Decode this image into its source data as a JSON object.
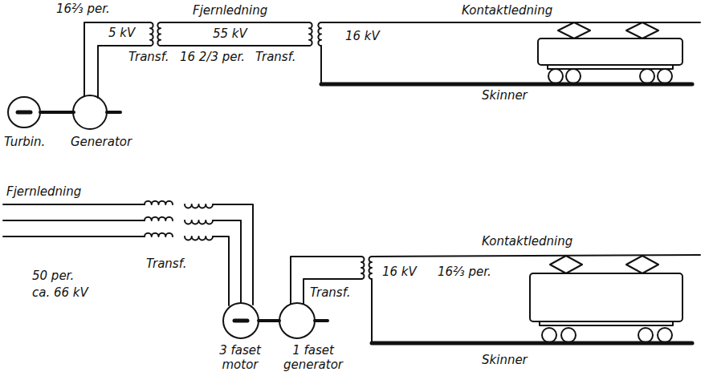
{
  "diagram": {
    "labels": [
      "16⅔ per.",
      "Fjernledning",
      "Kontaktledning",
      "5 kV",
      "55 kV",
      "16 kV",
      "Transf.",
      "16 2/3 per.",
      "Transf.",
      "Skinner",
      "Turbin.",
      "Generator",
      "Fjernledning",
      "Kontaktledning",
      "Transf.",
      "50 per.",
      "ca. 66 kV",
      "16 kV",
      "16⅔ per.",
      "Transf.",
      "Skinner",
      "3 faset motor",
      "1 faset generator"
    ]
  }
}
